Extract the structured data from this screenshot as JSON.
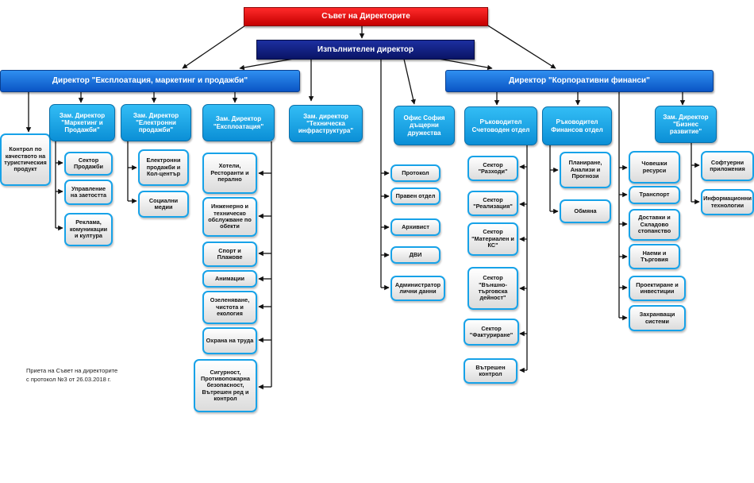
{
  "board": "Съвет на Директорите",
  "executive": "Изпълнителен директор",
  "dir_ops": "Директор \"Експлоатация, маркетинг и продажби\"",
  "dir_fin": "Директор \"Корпоративни финанси\"",
  "quality_control": "Контрол по качеството на туристическия продукт",
  "dep_marketing": {
    "title": "Зам. Директор \"Маркетинг и Продажби\"",
    "items": [
      "Сектор Продажби",
      "Управление на заетостта",
      "Реклама, комуникации и култура"
    ]
  },
  "dep_electronic": {
    "title": "Зам. Директор \"Електронни продажби\"",
    "items": [
      "Електронни продажби и Кол-център",
      "Социални медии"
    ]
  },
  "dep_operations": {
    "title": "Зам. Директор \"Експлоатация\"",
    "items": [
      "Хотели, Ресторанти и перално",
      "Инженерно и техническо обслужване по обекти",
      "Спорт и Плажове",
      "Анимации",
      "Озеленяване, чистота и екология",
      "Охрана на труда",
      "Сигурност, Противопожарна безопасност, Вътрешен ред и контрол"
    ]
  },
  "dep_infra": {
    "title": "Зам. директор \"Техническа инфраструктура\""
  },
  "sofia": {
    "title": "Офис София дъщерни дружества",
    "items": [
      "Протокол",
      "Правен отдел",
      "Архивист",
      "ДВИ",
      "Администратор лични данни"
    ]
  },
  "accounting": {
    "title": "Ръководител Счетоводен отдел",
    "items": [
      "Сектор \"Разходи\"",
      "Сектор \"Реализация\"",
      "Сектор \"Материален и КС\"",
      "Сектор \"Външно-търговска дейност\"",
      "Сектор \"Фактуриране\"",
      "Вътрешен контрол"
    ]
  },
  "finance": {
    "title": "Ръководител Финансов отдел",
    "items": [
      "Планиране, Анализи и Прогнози",
      "Обмяна"
    ]
  },
  "business_items": [
    "Човешки ресурси",
    "Транспорт",
    "Доставки и Складово стопанство",
    "Наеми и Търговия",
    "Проектиране и инвестиции",
    "Захранващи системи"
  ],
  "dep_business": {
    "title": "Зам. Директор \"Бизнес развитие\"",
    "items": [
      "Софтуерни приложения",
      "Информационни технологии"
    ]
  },
  "footnote": [
    "Приета на Съвет на директорите",
    "с протокол №3 от 26.03.2018 г."
  ]
}
